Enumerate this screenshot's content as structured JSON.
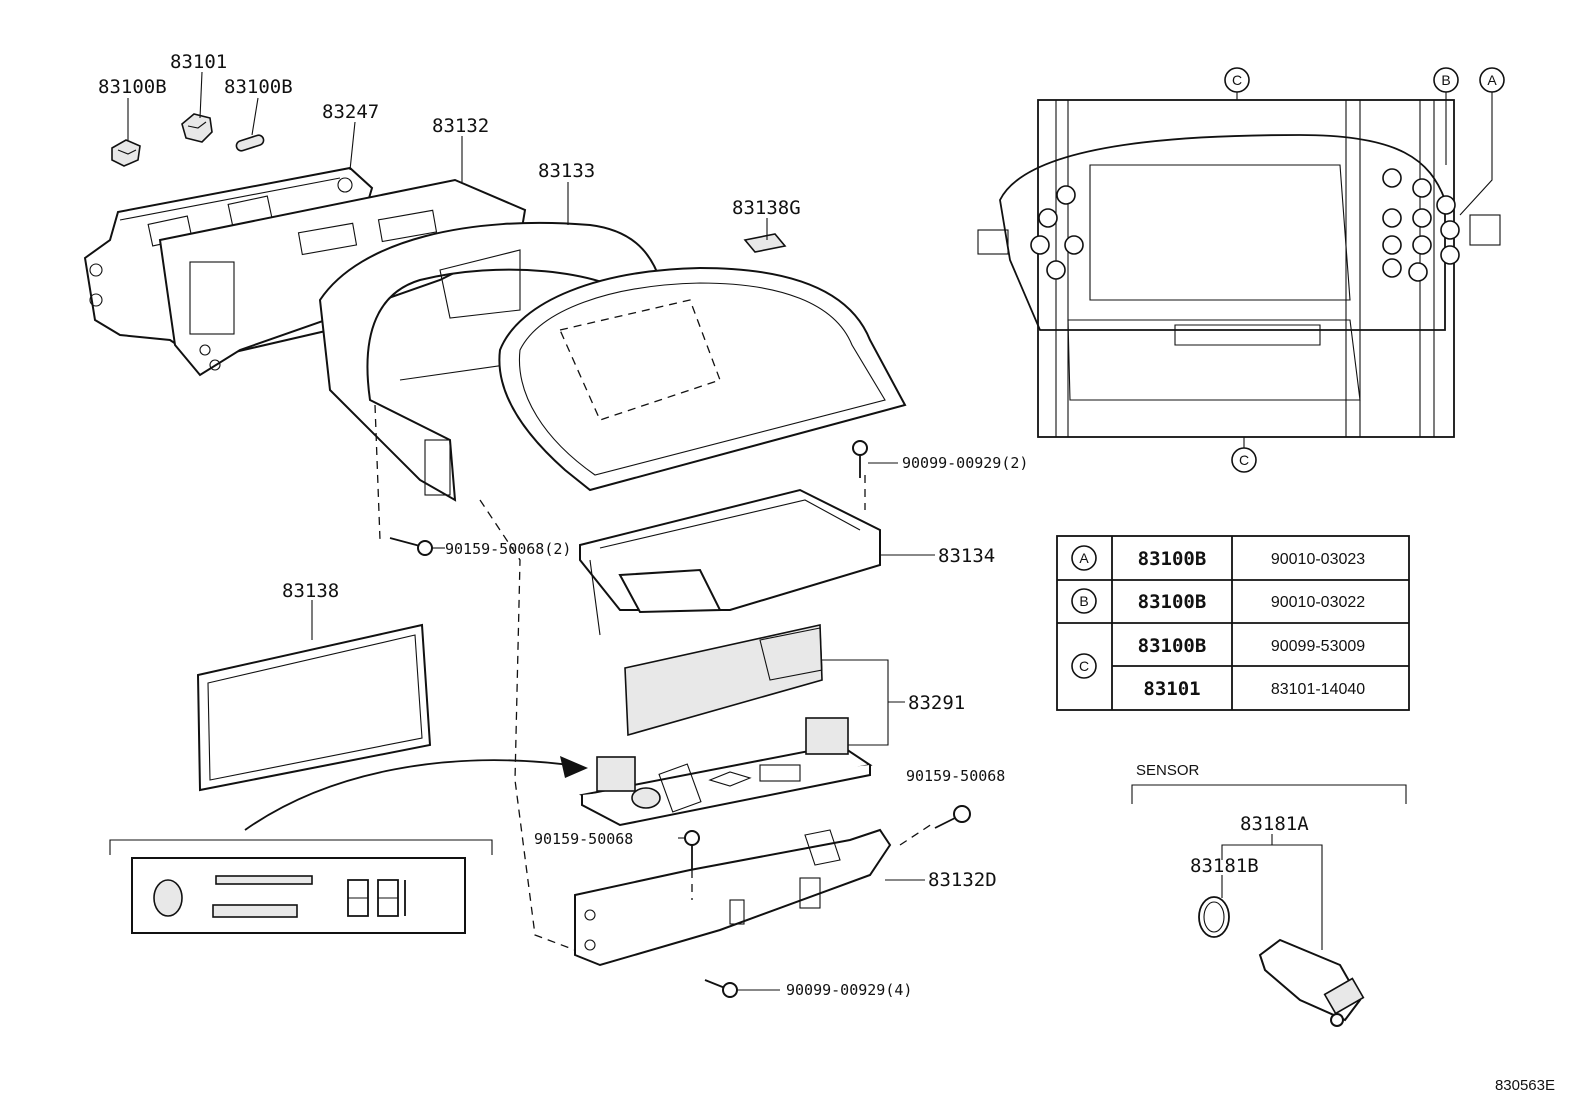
{
  "parts": {
    "p83100b_left": "83100B",
    "p83101_top": "83101",
    "p83100b_right": "83100B",
    "p83247": "83247",
    "p83132": "83132",
    "p83133": "83133",
    "p83138g": "83138G",
    "p83134": "83134",
    "p83138": "83138",
    "p83291": "83291",
    "p83132d": "83132D",
    "bolt_90099_2": "90099-00929(2)",
    "bolt_90159_2": "90159-50068(2)",
    "bolt_90159_right": "90159-50068",
    "bolt_90159_mid": "90159-50068",
    "bolt_90099_4": "90099-00929(4)"
  },
  "inset": {
    "callout_c_top": "C",
    "callout_b": "B",
    "callout_a": "A",
    "callout_c_bottom": "C"
  },
  "table": {
    "rows": [
      {
        "ref": "A",
        "part": "83100B",
        "number": "90010-03023"
      },
      {
        "ref": "B",
        "part": "83100B",
        "number": "90010-03022"
      },
      {
        "ref": "C",
        "part": "83100B",
        "number": "90099-53009"
      },
      {
        "ref": "",
        "part": "83101",
        "number": "83101-14040"
      }
    ]
  },
  "sensor": {
    "heading": "SENSOR",
    "p83181a": "83181A",
    "p83181b": "83181B"
  },
  "footer": {
    "diagram_code": "830563E"
  }
}
